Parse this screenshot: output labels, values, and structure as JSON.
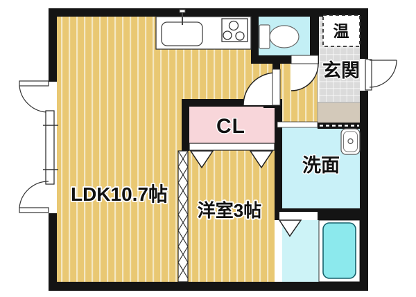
{
  "labels": {
    "ldk": "LDK10.7帖",
    "western_room": "洋室3帖",
    "closet": "CL",
    "entrance": "玄関",
    "washroom": "洗面",
    "water_heater": "温"
  },
  "icons": {
    "kitchen_sink": "kitchen-sink",
    "stove": "stove-3-burner",
    "toilet": "toilet",
    "washbasin": "washbasin",
    "bathtub": "bathtub",
    "door_swing": "door-swing-arc",
    "bifold_door": "bifold-door-chevron",
    "accordion": "accordion-partition",
    "window": "double-line-window"
  },
  "colors": {
    "wall": "#141414",
    "wood_floor": "#e9c873",
    "wood_stripe": "#f4e8c4",
    "closet_pink": "#f8d6da",
    "toilet_cyan": "#c3eff5",
    "washroom_cyan": "#c9f1f8",
    "bathtub_fill": "#8ce9ed",
    "entrance_tile": "#dbdbdb",
    "step_beige": "#d3c9ba"
  }
}
